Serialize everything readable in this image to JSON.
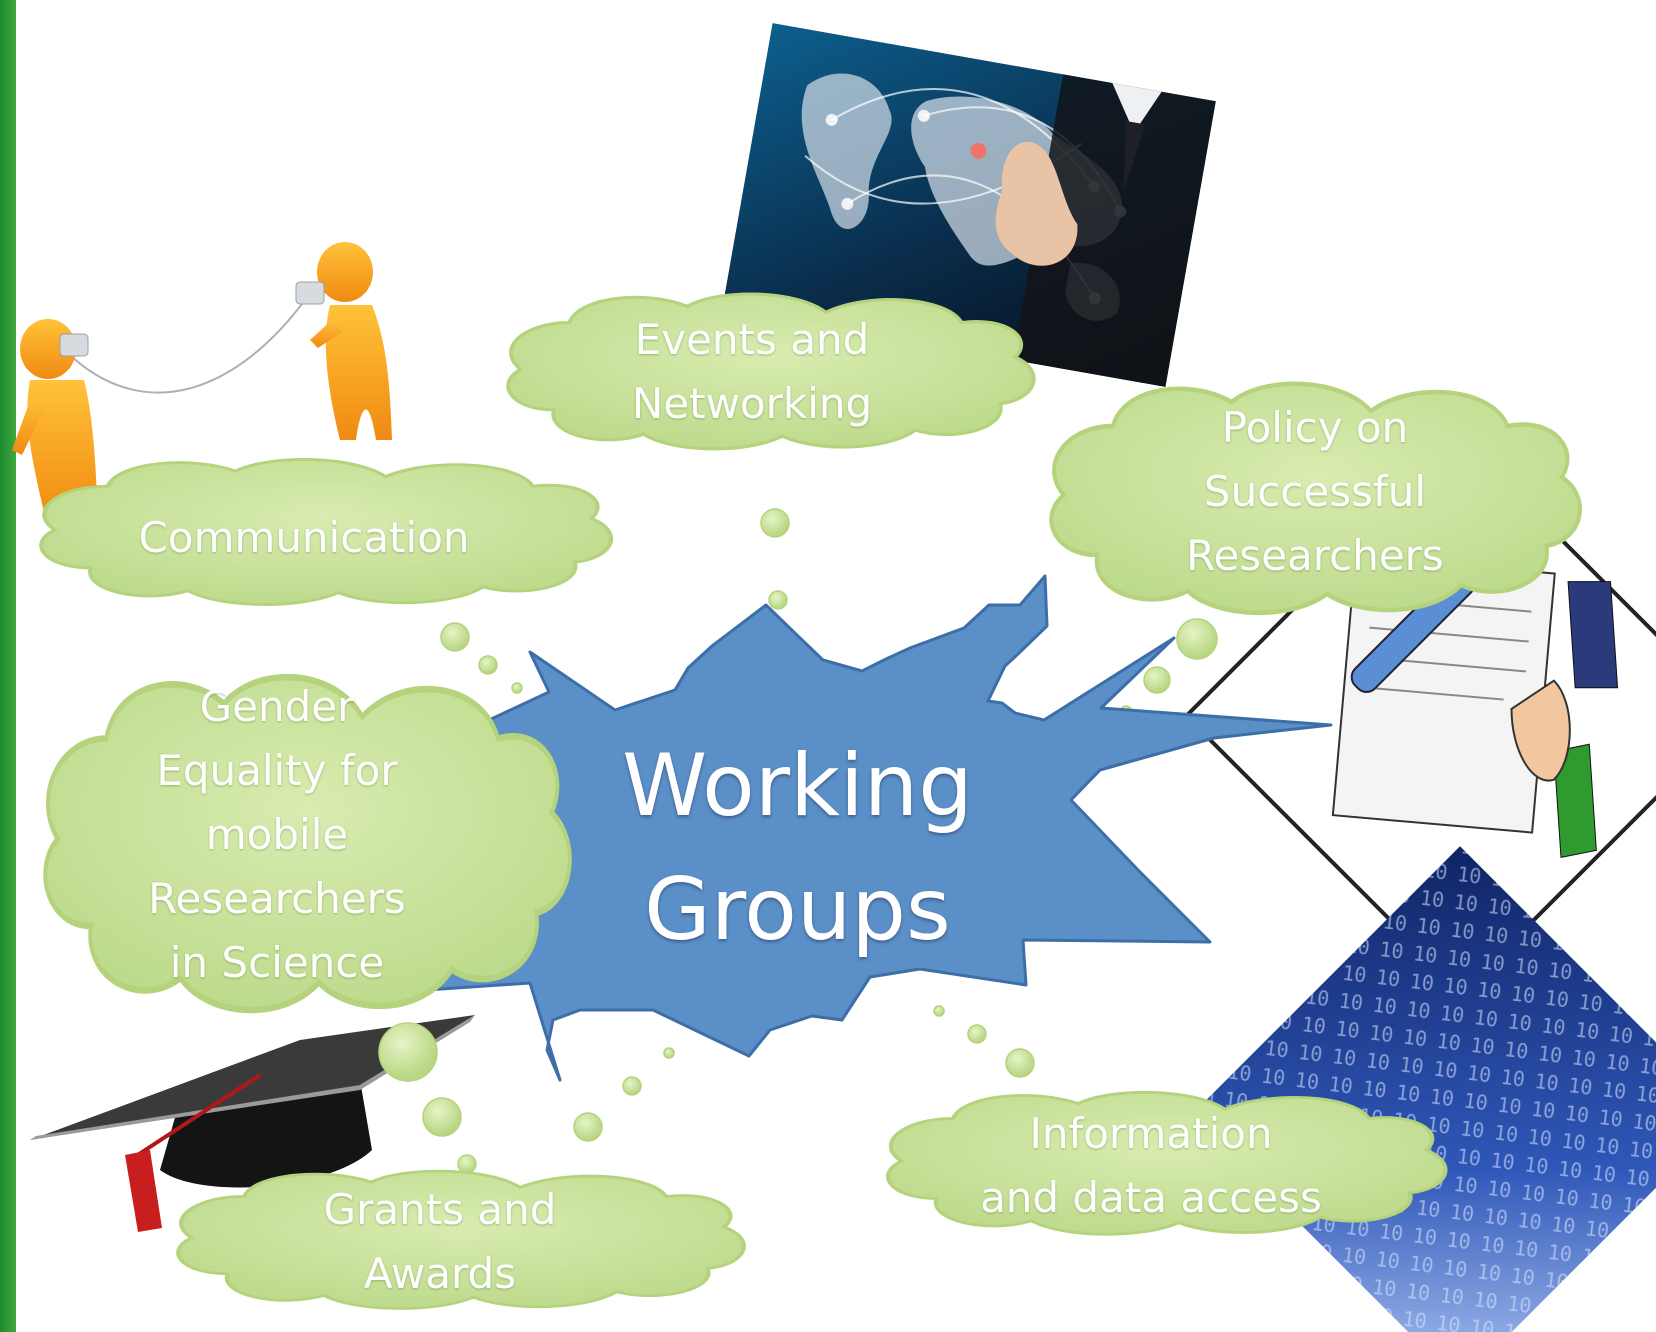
{
  "diagram": {
    "center": {
      "lines": [
        "Working",
        "Groups"
      ]
    },
    "clouds": {
      "events": {
        "lines": [
          "Events and",
          "Networking"
        ]
      },
      "communication": {
        "lines": [
          "Communication"
        ]
      },
      "policy": {
        "lines": [
          "Policy on",
          "Successful",
          "Researchers"
        ]
      },
      "gender": {
        "lines": [
          "Gender",
          "Equality for",
          "mobile",
          "Researchers",
          "in Science"
        ]
      },
      "grants": {
        "lines": [
          "Grants and",
          "Awards"
        ]
      },
      "information": {
        "lines": [
          "Information",
          "and data access"
        ]
      }
    },
    "illustrations": [
      "world-network-photo-icon",
      "tin-can-phone-figures-icon",
      "handshake-contract-icon",
      "graduation-cap-icon",
      "binary-code-photo-icon"
    ]
  },
  "colors": {
    "cloud_fill": "#c9e39a",
    "cloud_stroke": "#b5d27c",
    "star_fill": "#5b8fc7",
    "star_stroke": "#3d6ea8",
    "left_band": "#1b8a2f",
    "label_text": "#ffffff"
  }
}
